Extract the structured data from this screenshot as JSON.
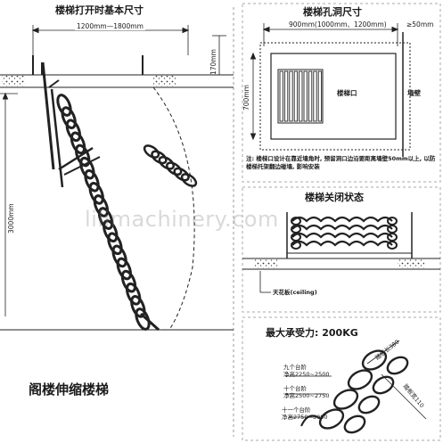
{
  "left_panel": {
    "title": "楼梯打开时基本尺寸",
    "width_dim": "1200mm—1800mm",
    "top_dim": "170mm",
    "height_dim": "3000mm",
    "caption": "阁楼伸缩楼梯"
  },
  "hole_panel": {
    "title": "楼梯孔洞尺寸",
    "width_dim": "900mm(1000mm、1200mm)",
    "gap_dim": "≥50mm",
    "depth_dim": "700mm",
    "opening_label": "楼梯口",
    "wall_label": "墙壁",
    "note": "注: 楼梯口设计在靠近墙角时, 预留洞口边沿要距离墙壁50mm以上, 以防楼梯托架翻边碰墙, 影响安装"
  },
  "closed_panel": {
    "title": "楼梯关闭状态",
    "ceiling_label": "天花板(ceiling)"
  },
  "load_panel": {
    "title": "最大承受力: 200KG",
    "steps": [
      {
        "label": "九个台阶",
        "range": "净高2250~2500"
      },
      {
        "label": "十个台阶",
        "range": "净高2500~2750"
      },
      {
        "label": "十一个台阶",
        "range": "净高2750~3000"
      }
    ],
    "tread_length": "踏板长380",
    "tread_width": "踏板宽110"
  },
  "watermark": "lilimachinery.com"
}
